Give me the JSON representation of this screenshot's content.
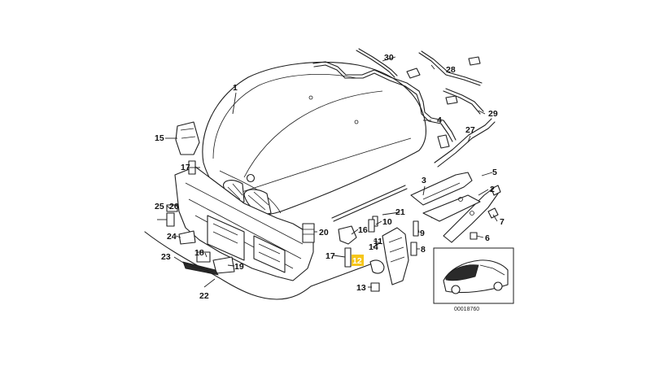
{
  "callouts": [
    {
      "label": "1"
    },
    {
      "label": "2"
    },
    {
      "label": "3"
    },
    {
      "label": "4"
    },
    {
      "label": "5"
    },
    {
      "label": "6"
    },
    {
      "label": "7"
    },
    {
      "label": "8"
    },
    {
      "label": "9"
    },
    {
      "label": "10"
    },
    {
      "label": "11"
    },
    {
      "label": "12"
    },
    {
      "label": "13"
    },
    {
      "label": "14"
    },
    {
      "label": "15"
    },
    {
      "label": "16"
    },
    {
      "label": "17"
    },
    {
      "label": "17"
    },
    {
      "label": "18"
    },
    {
      "label": "19"
    },
    {
      "label": "20"
    },
    {
      "label": "21"
    },
    {
      "label": "22"
    },
    {
      "label": "23"
    },
    {
      "label": "24"
    },
    {
      "label": "25"
    },
    {
      "label": "26"
    },
    {
      "label": "27"
    },
    {
      "label": "28"
    },
    {
      "label": "29"
    },
    {
      "label": "30"
    }
  ],
  "highlight": {
    "label": "12",
    "color": "#f6c61a"
  },
  "document_number": "00018760",
  "colors": {
    "line": "#1e1e1e",
    "highlight": "#f6c61a",
    "background": "#ffffff"
  }
}
